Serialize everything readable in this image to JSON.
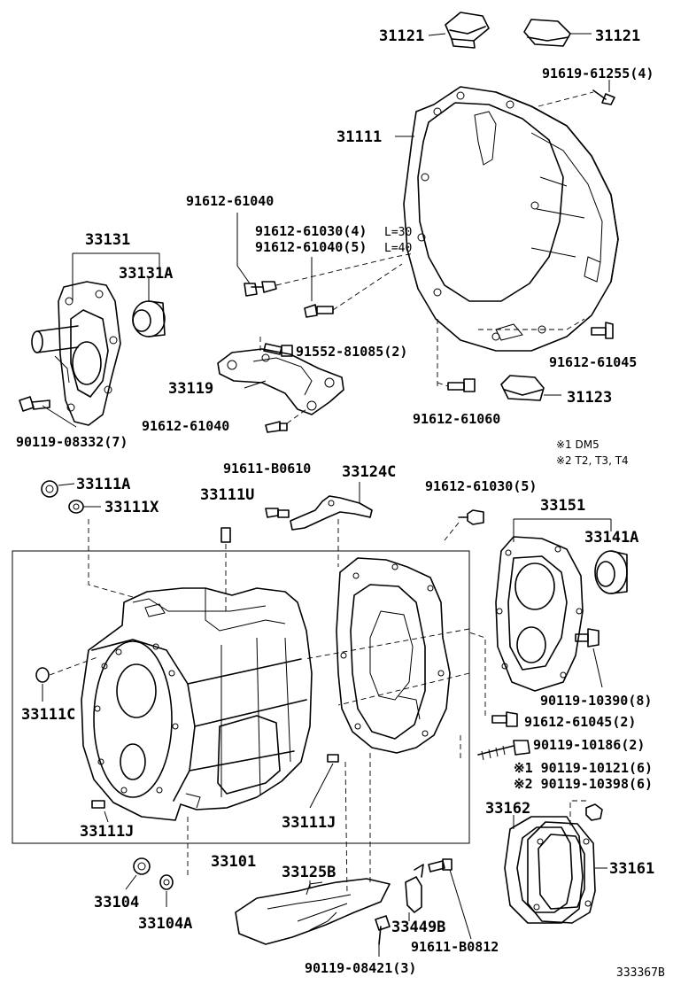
{
  "diagram": {
    "notes": {
      "note1": "※1 DM5",
      "note2": "※2 T2, T3, T4"
    },
    "reference_code": "333367B",
    "labels": {
      "p31121a": "31121",
      "p31121b": "31121",
      "p91619_61255": "91619-61255(4)",
      "p31111": "31111",
      "p91612_61040_top": "91612-61040",
      "p91612_61030": "91612-61030(4)",
      "p91612_61040_5": "91612-61040(5)",
      "len30": "L=30",
      "len40": "L=40",
      "p33131": "33131",
      "p33131A": "33131A",
      "p91552_81085": "91552-81085(2)",
      "p33119": "33119",
      "p91612_61045": "91612-61045",
      "p31123": "31123",
      "p91612_61040_bot": "91612-61040",
      "p91612_61060": "91612-61060",
      "p90119_08332": "90119-08332(7)",
      "p33111A": "33111A",
      "p33111X": "33111X",
      "p91611_B0610": "91611-B0610",
      "p33124C": "33124C",
      "p33111U": "33111U",
      "p91612_61030_5": "91612-61030(5)",
      "p33151": "33151",
      "p33141A": "33141A",
      "p33111C": "33111C",
      "p90119_10390": "90119-10390(8)",
      "p91612_61045_2": "91612-61045(2)",
      "p90119_10186": "90119-10186(2)",
      "p90119_10121": "※1 90119-10121(6)",
      "p90119_10398": "※2 90119-10398(6)",
      "p33111J_left": "33111J",
      "p33111J_right": "33111J",
      "p33162": "33162",
      "p33161": "33161",
      "p33101": "33101",
      "p33125B": "33125B",
      "p33104": "33104",
      "p33104A": "33104A",
      "p33449B": "33449B",
      "p91611_B0812": "91611-B0812",
      "p90119_08421": "90119-08421(3)"
    }
  }
}
